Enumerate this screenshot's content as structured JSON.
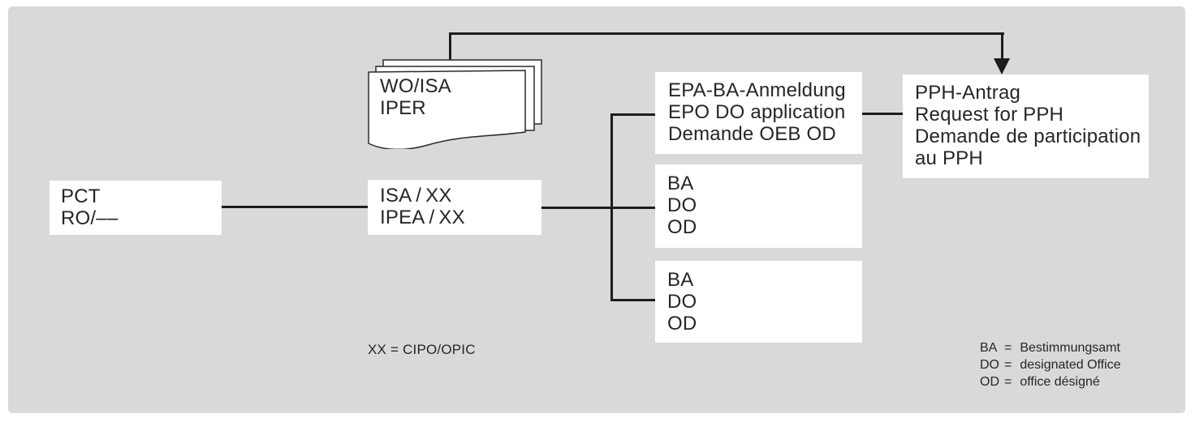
{
  "colors": {
    "panel_bg": "#d9d9d9",
    "box_bg": "#ffffff",
    "line": "#1d1d1d",
    "text": "#262626"
  },
  "nodes": {
    "pct": {
      "lines": [
        "PCT",
        "RO/––"
      ]
    },
    "isa": {
      "lines": [
        "ISA / XX",
        "IPEA / XX"
      ]
    },
    "report_documents": {
      "lines": [
        "WO/ISA",
        "IPER"
      ]
    },
    "epa": {
      "lines": [
        "EPA-BA-Anmeldung",
        "EPO DO application",
        "Demande OEB OD"
      ]
    },
    "pph": {
      "lines": [
        "PPH-Antrag",
        "Request for PPH",
        "Demande de participation",
        "au PPH"
      ]
    },
    "ba_top": {
      "lines": [
        "BA",
        "DO",
        "OD"
      ]
    },
    "ba_bottom": {
      "lines": [
        "BA",
        "DO",
        "OD"
      ]
    }
  },
  "legends": {
    "xx": "XX = CIPO/OPIC",
    "abbrev": [
      {
        "abbr": "BA",
        "eq": "=",
        "def": "Bestimmungsamt"
      },
      {
        "abbr": "DO",
        "eq": "=",
        "def": "designated Office"
      },
      {
        "abbr": "OD",
        "eq": "=",
        "def": "office désigné"
      }
    ]
  }
}
